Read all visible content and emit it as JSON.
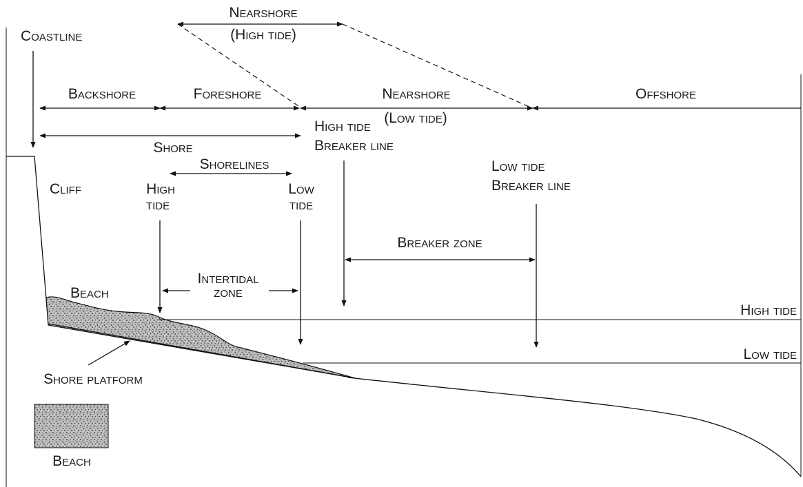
{
  "labels": {
    "nearshore_high_1": "Nearshore",
    "nearshore_high_2": "(High tide)",
    "coastline": "Coastline",
    "backshore": "Backshore",
    "foreshore": "Foreshore",
    "nearshore_low_1": "Nearshore",
    "nearshore_low_2": "(Low tide)",
    "offshore": "Offshore",
    "high_breaker_1": "High tide",
    "high_breaker_2": "Breaker line",
    "shore": "Shore",
    "shorelines": "Shorelines",
    "cliff": "Cliff",
    "high_shoreline_1": "High",
    "high_shoreline_2": "tide",
    "low_shoreline_1": "Low",
    "low_shoreline_2": "tide",
    "low_breaker_1": "Low tide",
    "low_breaker_2": "Breaker line",
    "breaker_zone": "Breaker zone",
    "intertidal_1": "Intertidal",
    "intertidal_2": "zone",
    "beach": "Beach",
    "high_tide_level": "High tide",
    "low_tide_level": "Low tide",
    "shore_platform": "Shore platform",
    "legend_beach": "Beach"
  }
}
